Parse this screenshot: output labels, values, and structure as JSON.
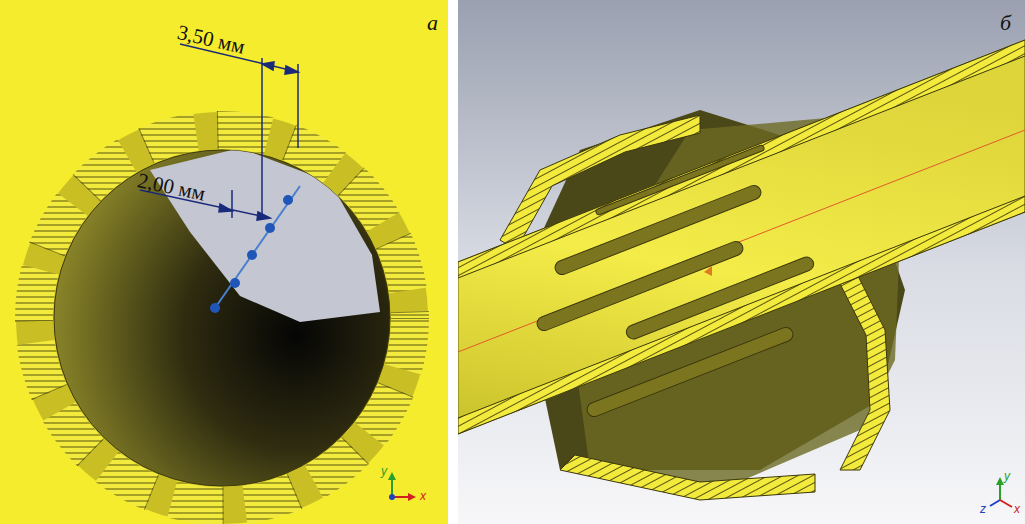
{
  "diagram": {
    "labels": [
      "а",
      "3,50 мм",
      "2,00 мм",
      "y",
      "x",
      "б",
      "y",
      "z",
      "x"
    ]
  }
}
